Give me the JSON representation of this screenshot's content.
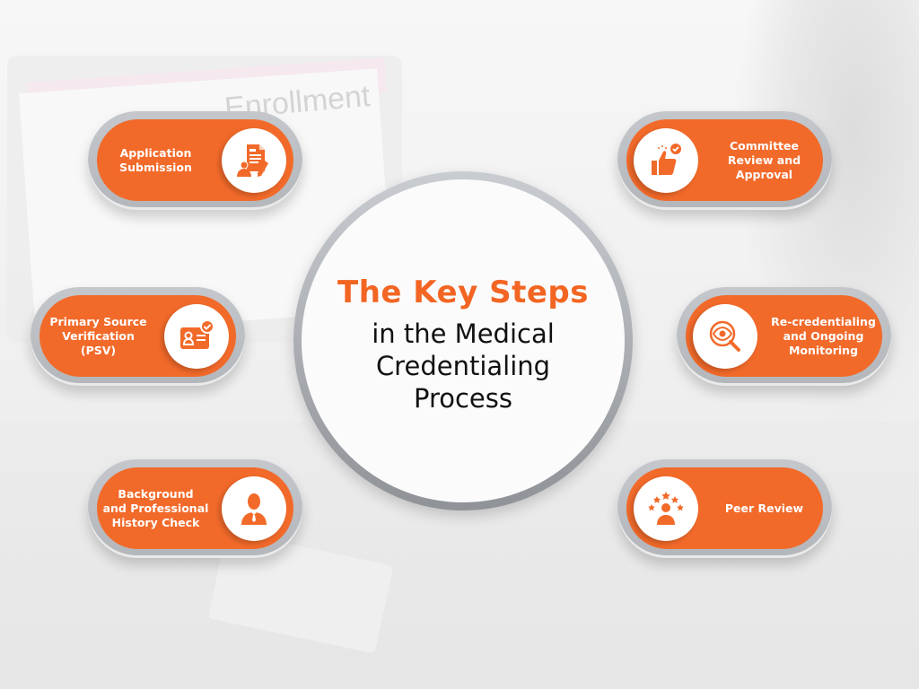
{
  "center": {
    "title": "The Key Steps",
    "subtitle_lines": [
      "in the Medical",
      "Credentialing",
      "Process"
    ]
  },
  "steps": [
    {
      "label": "Application Submission",
      "lines": [
        "Application",
        "Submission"
      ],
      "icon": "application-document-icon",
      "position": "top-left"
    },
    {
      "label": "Primary Source Verification (PSV)",
      "lines": [
        "Primary Source",
        "Verification",
        "(PSV)"
      ],
      "icon": "id-card-check-icon",
      "position": "middle-left"
    },
    {
      "label": "Background and Professional History Check",
      "lines": [
        "Background",
        "and Professional",
        "History Check"
      ],
      "icon": "professional-person-icon",
      "position": "bottom-left"
    },
    {
      "label": "Committee Review and Approval",
      "lines": [
        "Committee",
        "Review and",
        "Approval"
      ],
      "icon": "thumbs-up-check-icon",
      "position": "top-right"
    },
    {
      "label": "Re-credentialing and Ongoing Monitoring",
      "lines": [
        "Re-credentialing",
        "and Ongoing",
        "Monitoring"
      ],
      "icon": "magnifier-eye-icon",
      "position": "middle-right"
    },
    {
      "label": "Peer Review",
      "lines": [
        "Peer Review"
      ],
      "icon": "person-stars-icon",
      "position": "bottom-right"
    }
  ],
  "background": {
    "monitor_text": "Enrollment"
  },
  "colors": {
    "accent_orange": "#f26a2a",
    "title_orange": "#f26522",
    "rim_grey": "#b9bcc0",
    "text_dark": "#111111",
    "white": "#ffffff"
  }
}
